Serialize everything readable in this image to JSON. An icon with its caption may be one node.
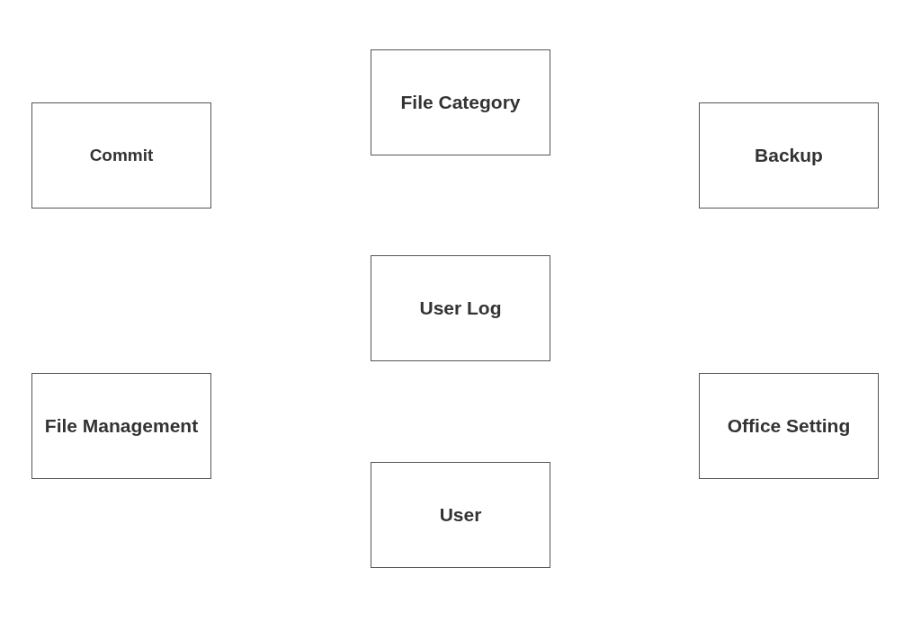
{
  "diagram": {
    "nodes": [
      {
        "text": [
          "File Category"
        ]
      },
      {
        "text": [
          "Commit"
        ]
      },
      {
        "text": [
          "Backup"
        ]
      },
      {
        "text": [
          "User Log"
        ]
      },
      {
        "text": [
          "File Management"
        ]
      },
      {
        "text": [
          "Office Setting"
        ]
      },
      {
        "text": [
          "User"
        ]
      }
    ]
  }
}
